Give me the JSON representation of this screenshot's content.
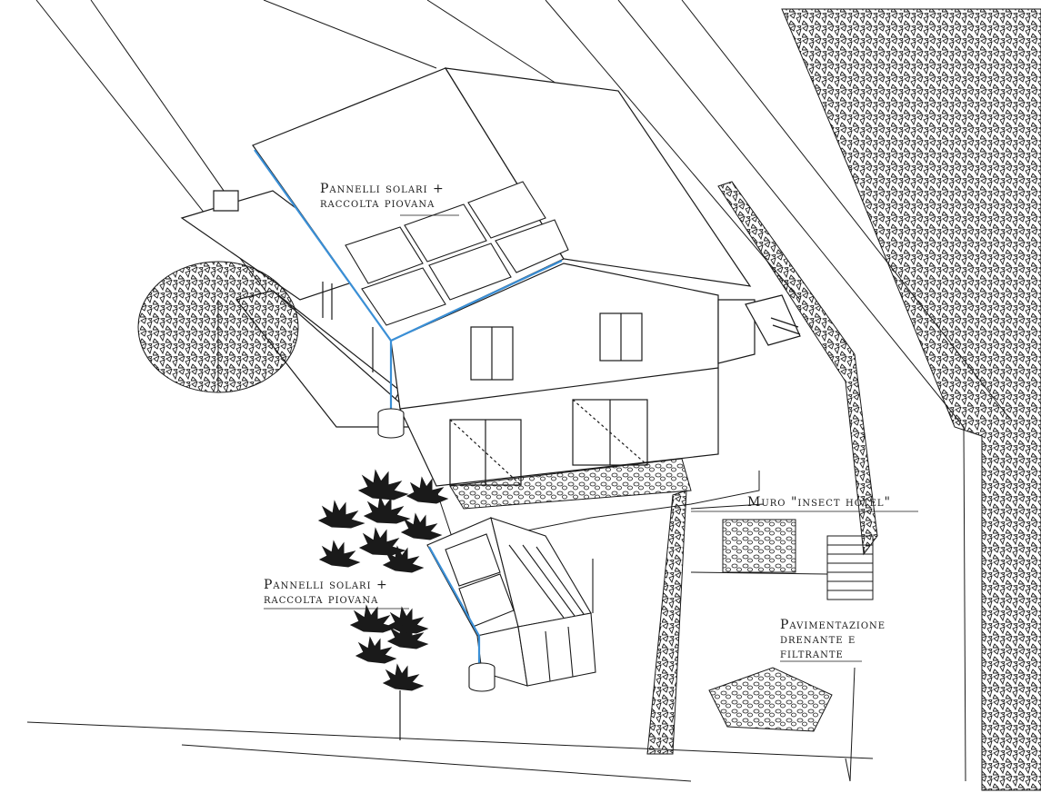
{
  "labels": {
    "roof_panels": {
      "line1": "Pannelli solari +",
      "line2": "raccolta piovana"
    },
    "greenhouse_panels": {
      "line1": "Pannelli solari +",
      "line2": "raccolta piovana"
    },
    "insect_wall": {
      "line1": "Muro \"insect hotel\""
    },
    "paving": {
      "line1": "Pavimentazione",
      "line2": "drenante e",
      "line3": "filtrante"
    }
  },
  "colors": {
    "line": "#1a1a1a",
    "gutter": "#3a8fd6",
    "background": "#ffffff"
  }
}
